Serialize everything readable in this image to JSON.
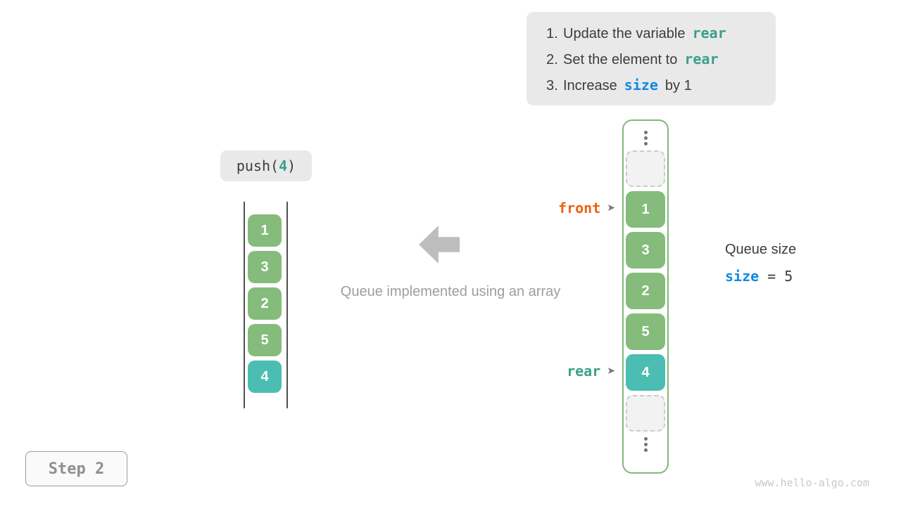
{
  "steps_panel": {
    "items": [
      {
        "number": "1.",
        "pre": "Update the variable",
        "code": "rear",
        "post": ""
      },
      {
        "number": "2.",
        "pre": "Set the element to",
        "code": "rear",
        "post": ""
      },
      {
        "number": "3.",
        "pre": "Increase",
        "code": "size",
        "post": "by 1"
      }
    ]
  },
  "operation": {
    "prefix": "push(",
    "arg": "4",
    "suffix": ")"
  },
  "stack_view": {
    "values": [
      "1",
      "3",
      "2",
      "5",
      "4"
    ]
  },
  "caption": "Queue implemented using an array",
  "array_view": {
    "values": [
      "1",
      "3",
      "2",
      "5",
      "4"
    ],
    "front_label": "front",
    "rear_label": "rear",
    "pointer_arrow": "➤"
  },
  "queue_size": {
    "title": "Queue size",
    "variable": "size",
    "equals": "=",
    "value": "5"
  },
  "step_badge": "Step 2",
  "watermark": "www.hello-algo.com",
  "colors": {
    "cell_green": "#85BC7C",
    "cell_teal": "#4BBDB2",
    "code_teal": "#3B9E8C",
    "code_blue": "#108AE0",
    "code_orange": "#EE6211",
    "panel_gray": "#E9E9E9",
    "border_green": "#7FBA75"
  }
}
